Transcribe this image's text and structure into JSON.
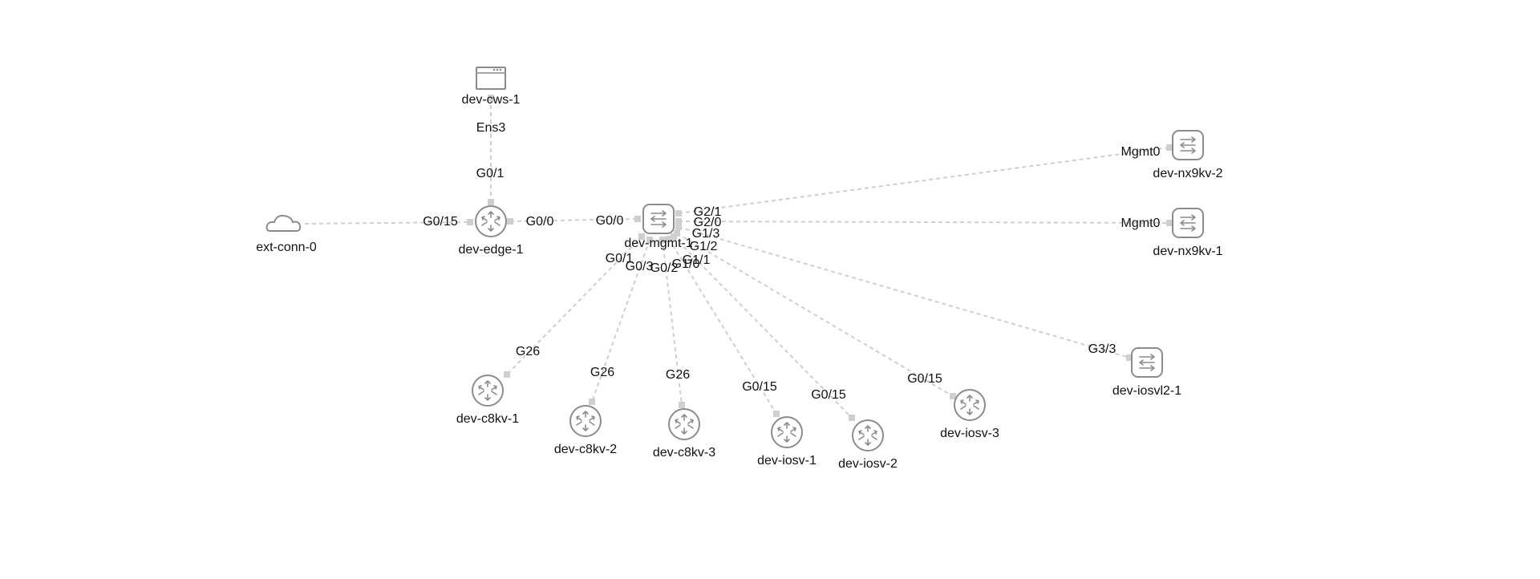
{
  "nodes": [
    {
      "id": "ext-conn-0",
      "label": "ext-conn-0",
      "kind": "cloud"
    },
    {
      "id": "dev-edge-1",
      "label": "dev-edge-1",
      "kind": "router"
    },
    {
      "id": "dev-cws-1",
      "label": "dev-cws-1",
      "kind": "server"
    },
    {
      "id": "dev-mgmt-1",
      "label": "dev-mgmt-1",
      "kind": "switch"
    },
    {
      "id": "dev-nx9kv-2",
      "label": "dev-nx9kv-2",
      "kind": "switch"
    },
    {
      "id": "dev-nx9kv-1",
      "label": "dev-nx9kv-1",
      "kind": "switch"
    },
    {
      "id": "dev-iosvl2-1",
      "label": "dev-iosvl2-1",
      "kind": "switch"
    },
    {
      "id": "dev-c8kv-1",
      "label": "dev-c8kv-1",
      "kind": "router"
    },
    {
      "id": "dev-c8kv-2",
      "label": "dev-c8kv-2",
      "kind": "router"
    },
    {
      "id": "dev-c8kv-3",
      "label": "dev-c8kv-3",
      "kind": "router"
    },
    {
      "id": "dev-iosv-1",
      "label": "dev-iosv-1",
      "kind": "router"
    },
    {
      "id": "dev-iosv-2",
      "label": "dev-iosv-2",
      "kind": "router"
    },
    {
      "id": "dev-iosv-3",
      "label": "dev-iosv-3",
      "kind": "router"
    }
  ],
  "links": [
    {
      "a": "ext-conn-0",
      "a_port": "",
      "b": "dev-edge-1",
      "b_port": "G0/15"
    },
    {
      "a": "dev-cws-1",
      "a_port": "Ens3",
      "b": "dev-edge-1",
      "b_port": "G0/1"
    },
    {
      "a": "dev-edge-1",
      "a_port": "G0/0",
      "b": "dev-mgmt-1",
      "b_port": "G0/0"
    },
    {
      "a": "dev-mgmt-1",
      "a_port": "G2/1",
      "b": "dev-nx9kv-2",
      "b_port": "Mgmt0"
    },
    {
      "a": "dev-mgmt-1",
      "a_port": "G2/0",
      "b": "dev-nx9kv-1",
      "b_port": "Mgmt0"
    },
    {
      "a": "dev-mgmt-1",
      "a_port": "G1/3",
      "b": "dev-iosvl2-1",
      "b_port": "G3/3"
    },
    {
      "a": "dev-mgmt-1",
      "a_port": "G1/2",
      "b": "dev-iosv-3",
      "b_port": "G0/15"
    },
    {
      "a": "dev-mgmt-1",
      "a_port": "G1/1",
      "b": "dev-iosv-2",
      "b_port": "G0/15"
    },
    {
      "a": "dev-mgmt-1",
      "a_port": "G1/0",
      "b": "dev-iosv-1",
      "b_port": "G0/15"
    },
    {
      "a": "dev-mgmt-1",
      "a_port": "G0/2",
      "b": "dev-c8kv-3",
      "b_port": "G26"
    },
    {
      "a": "dev-mgmt-1",
      "a_port": "G0/3",
      "b": "dev-c8kv-2",
      "b_port": "G26"
    },
    {
      "a": "dev-mgmt-1",
      "a_port": "G0/1",
      "b": "dev-c8kv-1",
      "b_port": "G26"
    }
  ]
}
